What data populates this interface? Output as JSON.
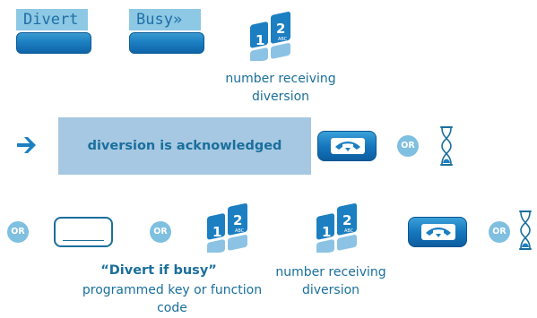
{
  "softkeys": [
    {
      "label": "Divert"
    },
    {
      "label": "Busy»"
    }
  ],
  "captions": {
    "number_receiving_1": "number receiving diversion",
    "diversion_ack": "diversion is acknowledged",
    "divert_if_busy": "“Divert if busy”",
    "programmed_key": "programmed key or function code",
    "number_receiving_2": "number receiving diversion"
  },
  "or_label": "OR",
  "keypad": {
    "digit1": "1",
    "digit2": "2",
    "letters": "ABC"
  },
  "colors": {
    "text": "#1a6f9c",
    "key_blue": "#1c7fc2",
    "banner": "#a6c8e2",
    "or_badge": "#7fbfe0"
  },
  "icons": [
    "arrow-right-icon",
    "handset-icon",
    "hourglass-icon",
    "keypad-icon",
    "programmable-key-icon"
  ]
}
